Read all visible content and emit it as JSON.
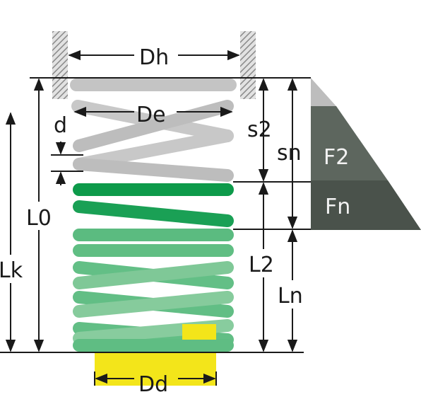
{
  "diagram": {
    "labels": {
      "Dh": "Dh",
      "De": "De",
      "d": "d",
      "s2": "s2",
      "sn": "sn",
      "F2": "F2",
      "Fn": "Fn",
      "L0": "L0",
      "Lk": "Lk",
      "L2": "L2",
      "Ln": "Ln",
      "Dd": "Dd"
    },
    "colors": {
      "coil_gray": "#bdbdbd",
      "coil_gray_light": "#d6d6d6",
      "coil_green_dark": "#0d9a4a",
      "coil_green": "#58ba7e",
      "coil_green_light": "#8ecfa2",
      "mandrel_yellow": "#f3e51a",
      "housing_hatch": "#a8a8a8",
      "force_gray": "#cfcfcf",
      "force_dark": "#4e584f",
      "force_mid": "#6d776e",
      "line": "#1a1a1a"
    }
  }
}
